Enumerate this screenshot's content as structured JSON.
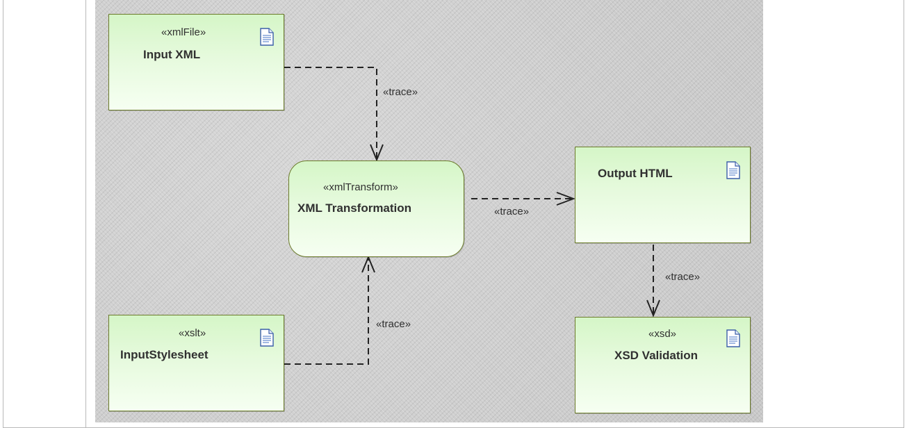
{
  "nodes": {
    "input_xml": {
      "stereotype": "«xmlFile»",
      "name": "Input XML",
      "icon": "document-icon"
    },
    "xml_transformation": {
      "stereotype": "«xmlTransform»",
      "name": "XML Transformation"
    },
    "output_html": {
      "stereotype": "",
      "name": "Output HTML",
      "icon": "document-icon"
    },
    "input_stylesheet": {
      "stereotype": "«xslt»",
      "name": "InputStylesheet",
      "icon": "document-icon"
    },
    "xsd_validation": {
      "stereotype": "«xsd»",
      "name": "XSD Validation",
      "icon": "document-icon"
    }
  },
  "connectors": [
    {
      "from": "Input XML",
      "to": "XML Transformation",
      "label": "«trace»",
      "style": "dashed"
    },
    {
      "from": "XML Transformation",
      "to": "Output HTML",
      "label": "«trace»",
      "style": "dashed"
    },
    {
      "from": "Output HTML",
      "to": "XSD Validation",
      "label": "«trace»",
      "style": "dashed"
    },
    {
      "from": "InputStylesheet",
      "to": "XML Transformation",
      "label": "«trace»",
      "style": "dashed"
    }
  ],
  "colors": {
    "node_fill_top": "#d5f6c7",
    "node_fill_bottom": "#f6fff2",
    "node_border": "#6b7a2a",
    "canvas": "#cfcfcf",
    "line": "#222222",
    "text": "#303030"
  }
}
